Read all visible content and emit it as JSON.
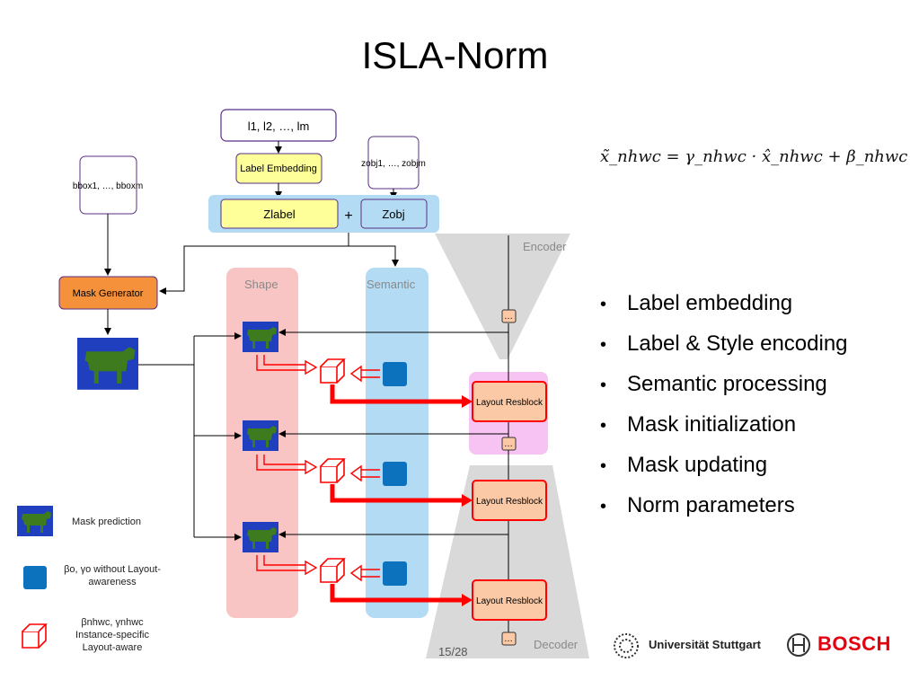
{
  "slide": {
    "title": "ISLA-Norm",
    "page": "15/28"
  },
  "equation": {
    "text": "x̃_nhwc = γ_nhwc · x̂_nhwc + β_nhwc"
  },
  "bullets": [
    "Label embedding",
    "Label & Style encoding",
    "Semantic processing",
    "Mask initialization",
    "Mask updating",
    "Norm parameters"
  ],
  "diagram": {
    "labels_input": "l1, l2, …, lm",
    "bbox_input": "bbox1, …, bboxm",
    "zobj_input": "zobj1, …, zobjm",
    "label_embedding": "Label Embedding",
    "z_label": "Zlabel",
    "z_obj": "Zobj",
    "plus": "+",
    "mask_generator": "Mask Generator",
    "shape_column": "Shape",
    "semantic_column": "Semantic",
    "encoder": "Encoder",
    "decoder": "Decoder",
    "resblock_label": "Layout Resblock",
    "ellipsis_node": "…"
  },
  "legend": {
    "mask_prediction": "Mask prediction",
    "beta_gamma_without": "βo, γo without Layout-awareness",
    "beta_gamma_instance": "βnhwc, γnhwc Instance-specific Layout-aware"
  },
  "logos": {
    "university": "Universität Stuttgart",
    "company": "BOSCH"
  },
  "colors": {
    "yellow_box": "#ffff99",
    "orange_box": "#f4913a",
    "blue_region": "#b3dcf4",
    "pink_region": "#f8c4c4",
    "magenta_region": "#f6c3f2",
    "gray_region": "#d9d9d9",
    "mask_blue": "#1f3fbf",
    "mask_green": "#3e7a1e",
    "semantic_square": "#0c72bd",
    "red_arrow": "#ff0000",
    "resblock_fill": "#fbc9a6",
    "purple_border": "#5a2f86"
  }
}
